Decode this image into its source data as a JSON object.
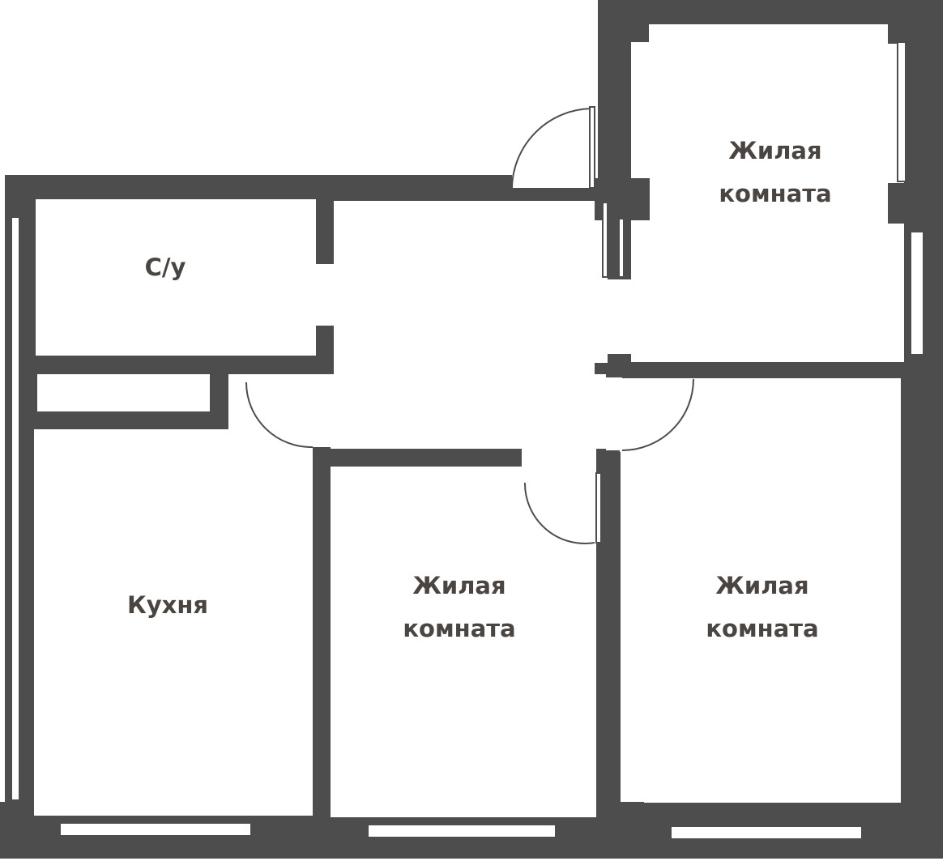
{
  "rooms": {
    "bathroom": {
      "label": "С/у"
    },
    "kitchen": {
      "label": "Кухня"
    },
    "living_top_right": {
      "line1": "Жилая",
      "line2": "комната"
    },
    "living_center": {
      "line1": "Жилая",
      "line2": "комната"
    },
    "living_right": {
      "line1": "Жилая",
      "line2": "комната"
    }
  },
  "colors": {
    "wall": "#4d4d4d",
    "label": "#4a4541",
    "background": "#ffffff"
  }
}
